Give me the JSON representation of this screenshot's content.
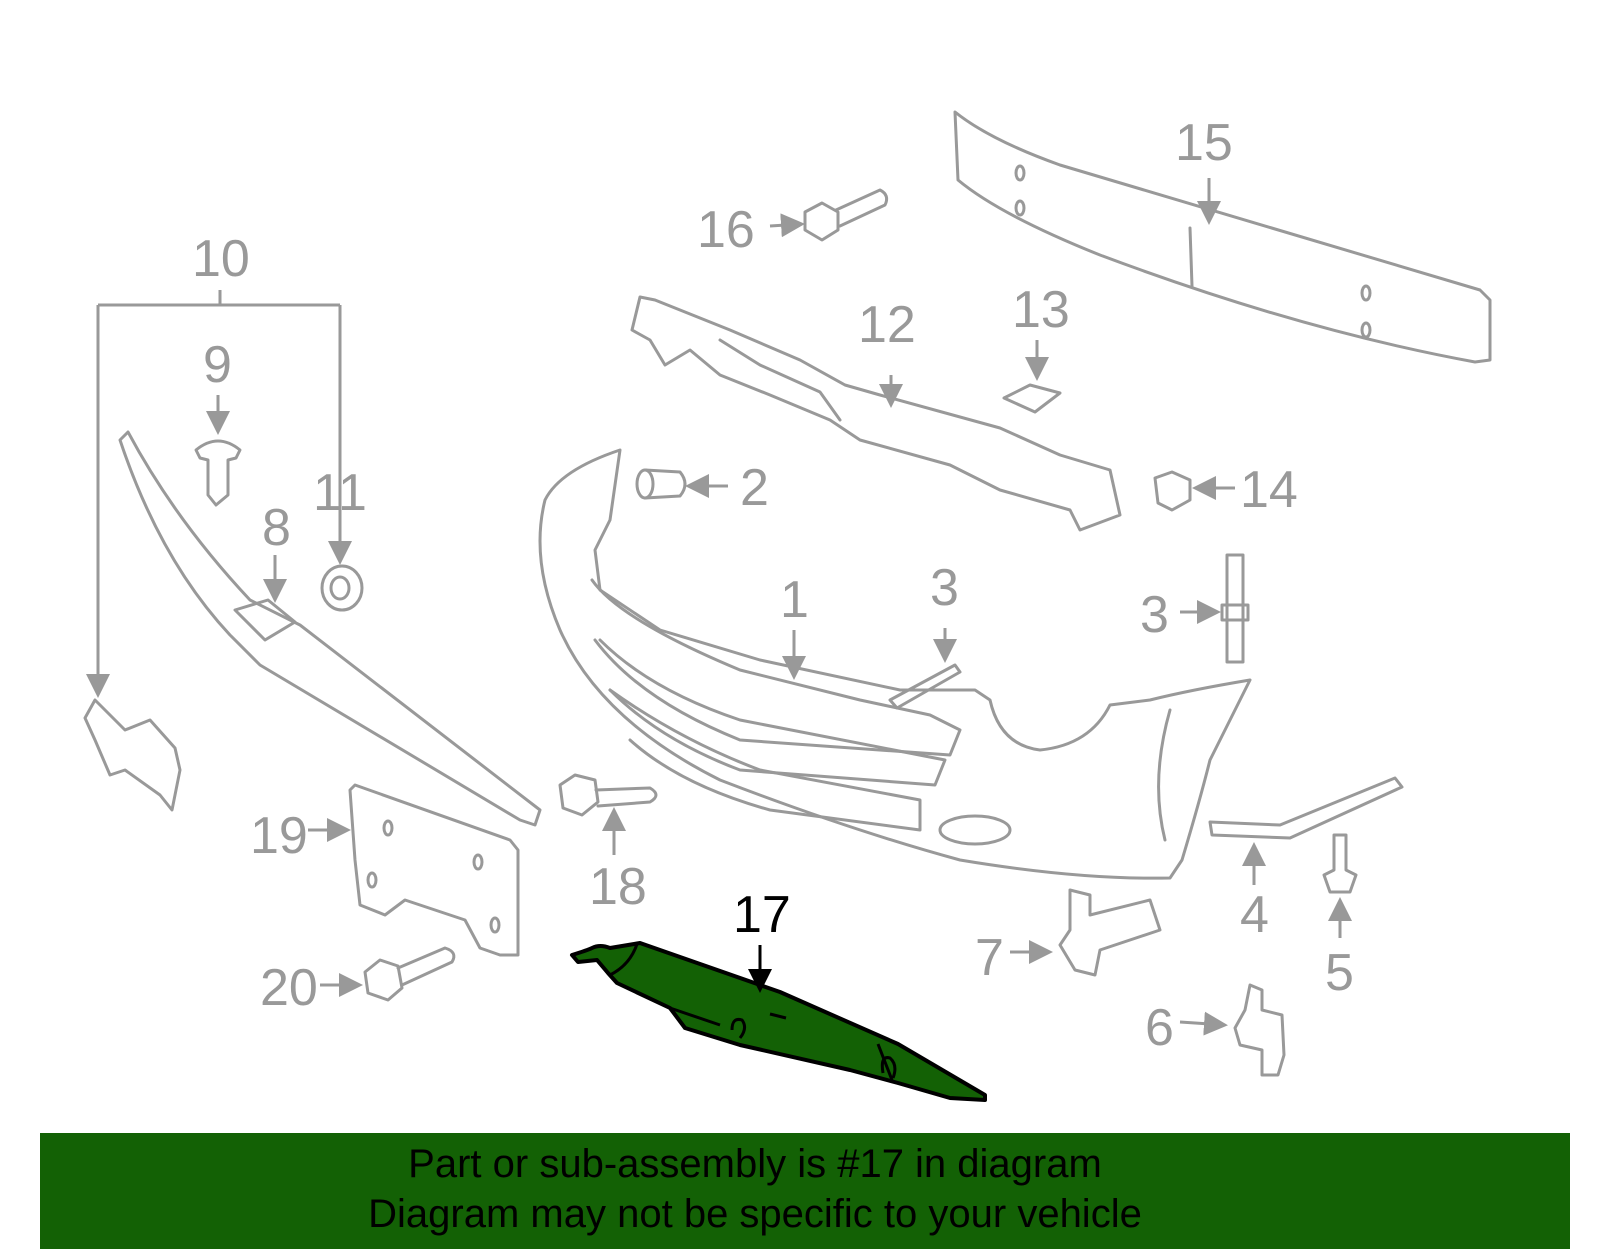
{
  "diagram": {
    "highlighted_part": "17",
    "colors": {
      "highlight": "#136105",
      "parts": "#999999",
      "highlight_label": "#000000"
    },
    "labels": {
      "p1": "1",
      "p2": "2",
      "p3a": "3",
      "p3b": "3",
      "p4": "4",
      "p5": "5",
      "p6": "6",
      "p7": "7",
      "p8": "8",
      "p9": "9",
      "p10": "10",
      "p11": "11",
      "p12": "12",
      "p13": "13",
      "p14": "14",
      "p15": "15",
      "p16": "16",
      "p17": "17",
      "p18": "18",
      "p19": "19",
      "p20": "20"
    }
  },
  "banner": {
    "line1": "Part or sub-assembly is #17 in diagram",
    "line2": "Diagram may not be specific to your vehicle"
  }
}
